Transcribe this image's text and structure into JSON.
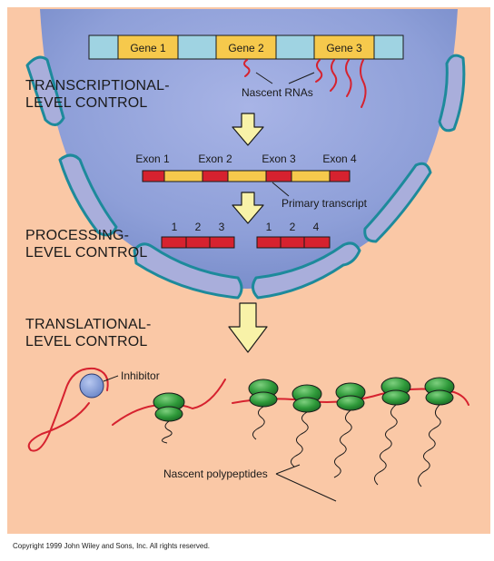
{
  "levels": {
    "transcriptional": [
      "TRANSCRIPTIONAL-",
      "LEVEL CONTROL"
    ],
    "processing": [
      "PROCESSING-",
      "LEVEL CONTROL"
    ],
    "translational": [
      "TRANSLATIONAL-",
      "LEVEL CONTROL"
    ]
  },
  "genes": [
    "Gene 1",
    "Gene 2",
    "Gene 3"
  ],
  "nascent_rnas": "Nascent RNAs",
  "exons": [
    "Exon 1",
    "Exon 2",
    "Exon 3",
    "Exon 4"
  ],
  "primary_transcript": "Primary transcript",
  "mrna_left_numbers": [
    "1",
    "2",
    "3"
  ],
  "mrna_right_numbers": [
    "1",
    "2",
    "4"
  ],
  "inhibitor": "Inhibitor",
  "nascent_polypeptides": "Nascent polypeptides",
  "copyright": "Copyright 1999 John Wiley and Sons, Inc. All rights reserved.",
  "colors": {
    "background": "#fac8a6",
    "nucleus": "#8e9fd8",
    "membrane": "#a9aedb",
    "membrane_edge": "#1d8a9b",
    "gene_box": "#f6c94c",
    "dna_bar": "#9fd3e2",
    "exon": "#d6222f",
    "intron": "#f6c94c",
    "rna_strand": "#d6222f",
    "arrow": "#f8f2a8",
    "ribosome": "#2f9a3a",
    "inhibitor": "#7e9ad6"
  }
}
